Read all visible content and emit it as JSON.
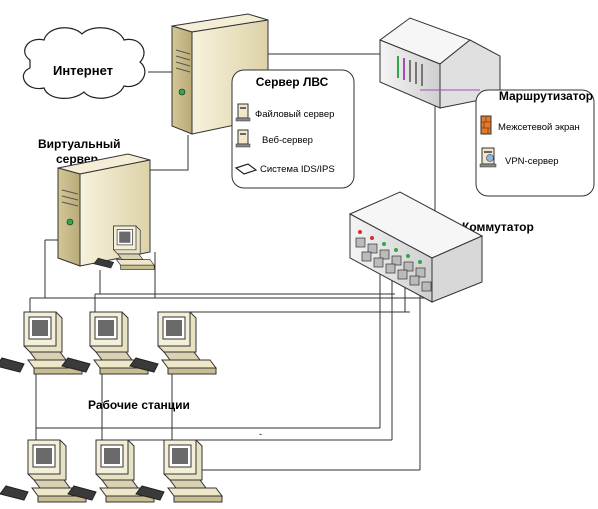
{
  "labels": {
    "internet": "Интернет",
    "virtual_server_line1": "Виртуальный",
    "virtual_server_line2": "сервер",
    "lan_server": "Сервер ЛВС",
    "file_server": "Файловый сервер",
    "web_server": "Веб-сервер",
    "ids_ips": "Система IDS/IPS",
    "router": "Маршрутизатор",
    "firewall": "Межсетевой экран",
    "vpn_server": "VPN-сервер",
    "switch": "Коммутатор",
    "workstations": "Рабочие станции",
    "dash": "-"
  },
  "colors": {
    "device_beige": "#efe7c9",
    "device_beige_dark": "#cdbf93",
    "router_gray": "#e6e6e6",
    "screen_dark": "#3c3c3c",
    "firewall_orange": "#e07a2e",
    "vpn_blue": "#8fb8e0",
    "led_green": "#2fa84a",
    "led_red": "#d23030",
    "accent_purple": "#a04fb0"
  }
}
